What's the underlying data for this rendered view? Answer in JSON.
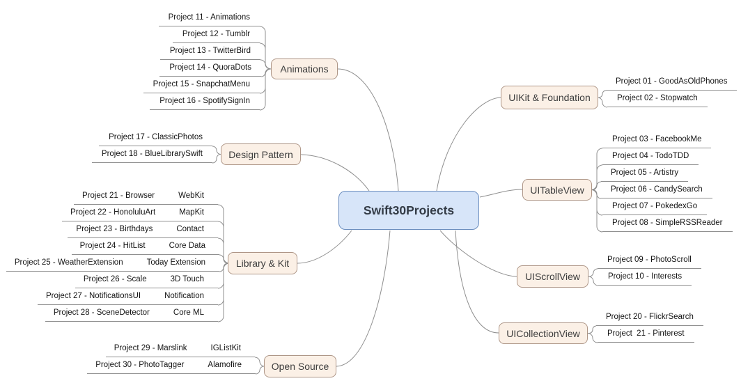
{
  "title": "Swift30Projects",
  "colors": {
    "background": "#ffffff",
    "edge": "#8f8f8f",
    "center_fill": "#d7e5f9",
    "center_border": "#6c8ebf",
    "category_fill": "#fbf0e6",
    "category_border": "#ae9687"
  },
  "branches": [
    {
      "label": "Animations",
      "children": [
        {
          "label": "Project 11 - Animations"
        },
        {
          "label": "Project 12 - Tumblr"
        },
        {
          "label": "Project 13 - TwitterBird"
        },
        {
          "label": "Project 14 - QuoraDots"
        },
        {
          "label": "Project 15 - SnapchatMenu"
        },
        {
          "label": "Project 16 - SpotifySignIn"
        }
      ]
    },
    {
      "label": "Design Pattern",
      "children": [
        {
          "label": "Project 17 - ClassicPhotos"
        },
        {
          "label": "Project 18 - BlueLibrarySwift"
        }
      ]
    },
    {
      "label": "Library & Kit",
      "children": [
        {
          "label": "Project 21 - Browser",
          "kit": "WebKit"
        },
        {
          "label": "Project 22 - HonoluluArt",
          "kit": "MapKit"
        },
        {
          "label": "Project 23 - Birthdays",
          "kit": "Contact"
        },
        {
          "label": "Project 24 - HitList",
          "kit": "Core Data"
        },
        {
          "label": "Project 25 - WeatherExtension",
          "kit": "Today Extension"
        },
        {
          "label": "Project 26 - Scale",
          "kit": "3D Touch"
        },
        {
          "label": "Project 27 - NotificationsUI",
          "kit": "Notification"
        },
        {
          "label": "Project 28 - SceneDetector",
          "kit": "Core ML"
        }
      ]
    },
    {
      "label": "Open Source",
      "children": [
        {
          "label": "Project 29 - Marslink",
          "kit": "IGListKit"
        },
        {
          "label": "Project 30 - PhotoTagger",
          "kit": "Alamofire"
        }
      ]
    },
    {
      "label": "UIKit & Foundation",
      "children": [
        {
          "label": "Project 01 - GoodAsOldPhones"
        },
        {
          "label": "Project 02 - Stopwatch"
        }
      ]
    },
    {
      "label": "UITableView",
      "children": [
        {
          "label": "Project 03 - FacebookMe"
        },
        {
          "label": "Project 04 - TodoTDD"
        },
        {
          "label": "Project 05 - Artistry"
        },
        {
          "label": "Project 06 - CandySearch"
        },
        {
          "label": "Project 07 - PokedexGo"
        },
        {
          "label": "Project 08 - SimpleRSSReader"
        }
      ]
    },
    {
      "label": "UIScrollView",
      "children": [
        {
          "label": "Project 09 - PhotoScroll"
        },
        {
          "label": "Project 10 - Interests"
        }
      ]
    },
    {
      "label": "UICollectionView",
      "children": [
        {
          "label": "Project 20 - FlickrSearch"
        },
        {
          "label": "Project  21 - Pinterest"
        }
      ]
    }
  ]
}
